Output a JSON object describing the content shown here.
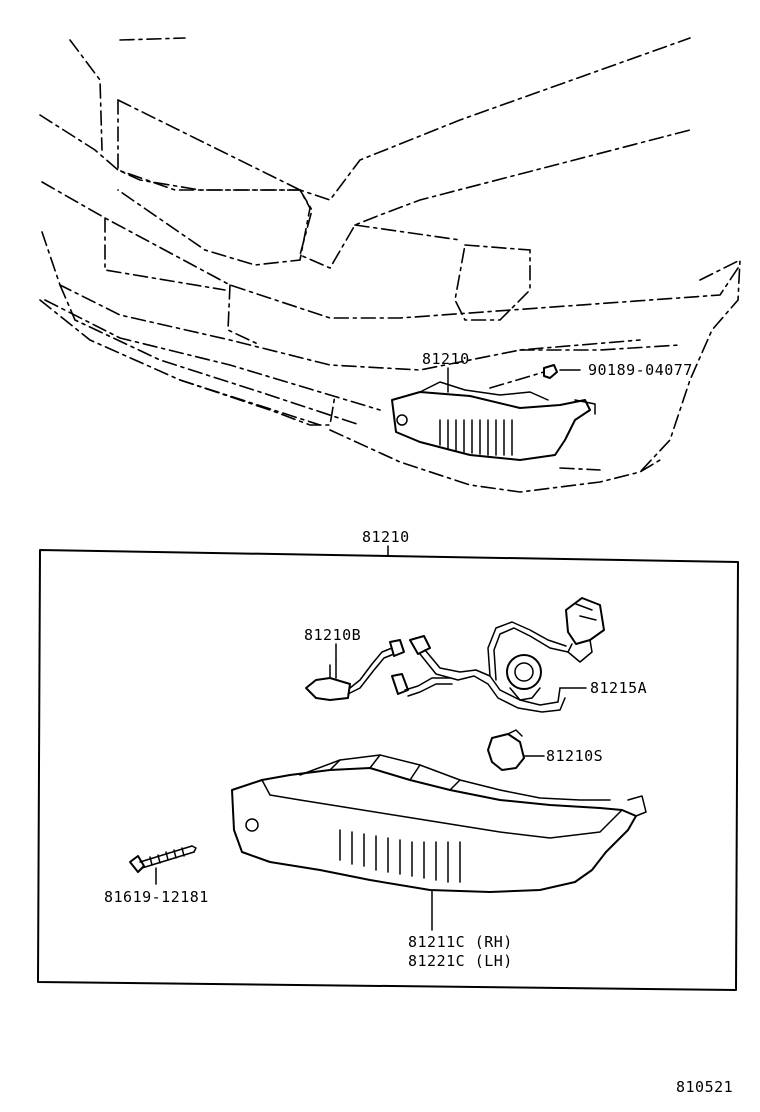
{
  "vehicle_callouts": {
    "assembly": "81210",
    "clip": "90189-04077"
  },
  "box": {
    "title": "81210"
  },
  "parts": {
    "socket_sub_harness": "81210B",
    "wire_harness": "81215A",
    "bulb": "81210S",
    "screw": "81619-12181",
    "lens_rh": "81211C (RH)",
    "lens_lh": "81221C (LH)"
  },
  "diagram_code": "810521"
}
